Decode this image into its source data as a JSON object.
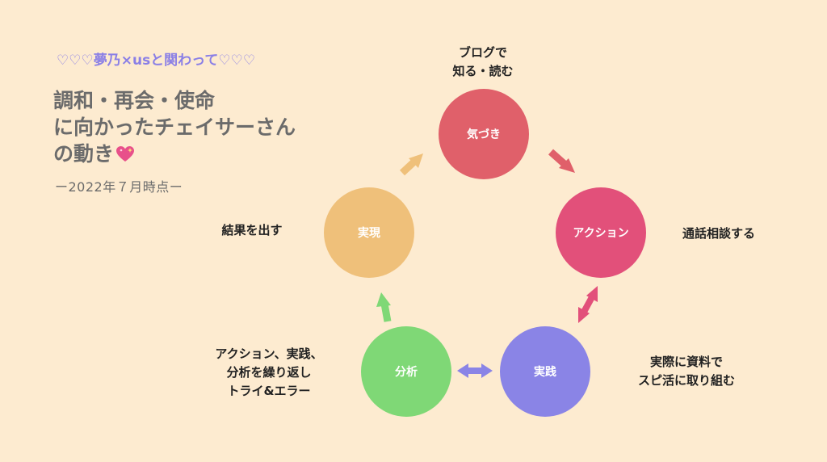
{
  "header": {
    "subtitle": "♡♡♡夢乃×usと関わって♡♡♡",
    "title_lines": [
      "調和・再会・使命",
      "に向かったチェイサーさん",
      "の動き"
    ],
    "title_icon": "sparkling-heart-icon",
    "date": "ー2022年７月時点ー"
  },
  "cycle": {
    "nodes": [
      {
        "label": "気づき",
        "color": "#e0606a",
        "note": [
          "ブログで",
          "知る・読む"
        ]
      },
      {
        "label": "アクション",
        "color": "#e2507a",
        "note": [
          "通話相談する"
        ]
      },
      {
        "label": "実践",
        "color": "#8a84e6",
        "note": [
          "実際に資料で",
          "スピ活に取り組む"
        ]
      },
      {
        "label": "分析",
        "color": "#7fd876",
        "note": [
          "アクション、実践、",
          "分析を繰り返し",
          "トライ&エラー"
        ]
      },
      {
        "label": "実現",
        "color": "#efc07a",
        "note": [
          "結果を出す"
        ]
      }
    ],
    "arrow_colors": {
      "awareness_to_action": "#e0606a",
      "action_practice": "#e2507a",
      "practice_analysis": "#8a84e6",
      "analysis_to_realization": "#7fd876",
      "realization_to_awareness": "#efc07a"
    }
  }
}
